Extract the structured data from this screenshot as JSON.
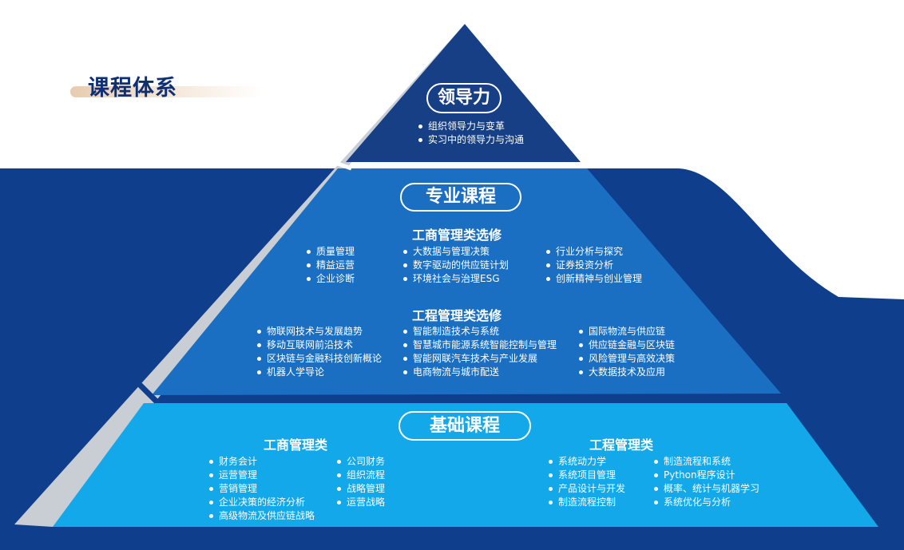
{
  "page_title": "课程体系",
  "colors": {
    "navy": "#0f3f8c",
    "top_tier": "#163f86",
    "middle_tier": "#1a6fc2",
    "bottom_tier": "#12a8ea",
    "gray_side": "#c9cdd4",
    "title_text": "#0e2f74"
  },
  "leadership": {
    "label": "领导力",
    "items": [
      "组织领导力与变革",
      "实习中的领导力与沟通"
    ]
  },
  "professional": {
    "label": "专业课程",
    "business": {
      "heading": "工商管理类选修",
      "col1": [
        "质量管理",
        "精益运营",
        "企业诊断"
      ],
      "col2": [
        "大数据与管理决策",
        "数字驱动的供应链计划",
        "环境社会与治理ESG"
      ],
      "col3": [
        "行业分析与探究",
        "证券投资分析",
        "创新精神与创业管理"
      ]
    },
    "engineering": {
      "heading": "工程管理类选修",
      "col1": [
        "物联网技术与发展趋势",
        "移动互联网前沿技术",
        "区块链与金融科技创新概论",
        "机器人学导论"
      ],
      "col2": [
        "智能制造技术与系统",
        "智慧城市能源系统智能控制与管理",
        "智能网联汽车技术与产业发展",
        "电商物流与城市配送"
      ],
      "col3": [
        "国际物流与供应链",
        "供应链金融与区块链",
        "风险管理与高效决策",
        "大数据技术及应用"
      ]
    }
  },
  "foundation": {
    "label": "基础课程",
    "business": {
      "heading": "工商管理类",
      "col1": [
        "财务会计",
        "运营管理",
        "营销管理",
        "企业决策的经济分析",
        "高级物流及供应链战略"
      ],
      "col2": [
        "公司财务",
        "组织流程",
        "战略管理",
        "运营战略"
      ]
    },
    "engineering": {
      "heading": "工程管理类",
      "col1": [
        "系统动力学",
        "系统项目管理",
        "产品设计与开发",
        "制造流程控制"
      ],
      "col2": [
        "制造流程和系统",
        "Python程序设计",
        "概率、统计与机器学习",
        "系统优化与分析"
      ]
    }
  }
}
